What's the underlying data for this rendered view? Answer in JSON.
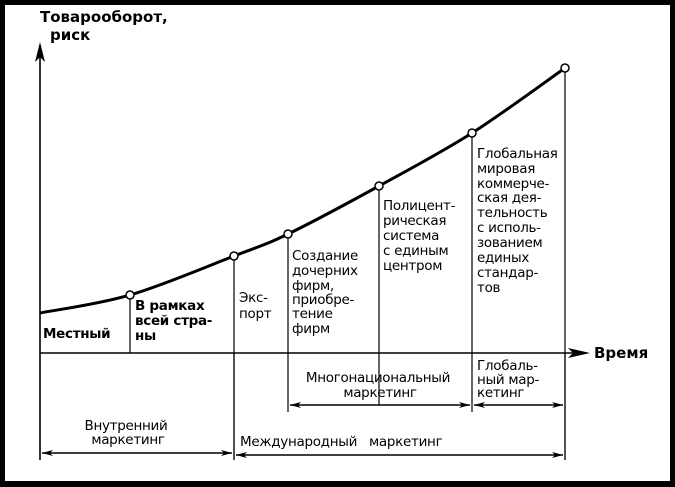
{
  "axes": {
    "y_label": [
      "Товарооборот,",
      "риск"
    ],
    "x_label": "Время"
  },
  "stages": [
    {
      "lines": [
        "Местный"
      ]
    },
    {
      "lines": [
        "В рамках",
        "всей стра-",
        "ны"
      ]
    },
    {
      "lines": [
        "Экс-",
        "порт"
      ]
    },
    {
      "lines": [
        "Создание",
        "дочерних",
        "фирм,",
        "приобре-",
        "тение",
        "фирм"
      ]
    },
    {
      "lines": [
        "Полицент-",
        "рическая",
        "система",
        "с единым",
        "центром"
      ]
    },
    {
      "lines": [
        "Глобальная",
        "мировая",
        "коммерче-",
        "ская дея-",
        "тельность",
        "с исполь-",
        "зованием",
        "единых",
        "стандар-",
        "тов"
      ]
    }
  ],
  "spans": {
    "multinational": [
      "Многонациональный",
      "маркетинг"
    ],
    "global": [
      "Глобаль-",
      "ный мар-",
      "кетинг"
    ],
    "domestic": [
      "Внутренний",
      "маркетинг"
    ],
    "international": "Международный   маркетинг"
  },
  "curve": {
    "stage_levels": [
      1,
      2,
      3,
      4,
      5,
      6
    ]
  }
}
